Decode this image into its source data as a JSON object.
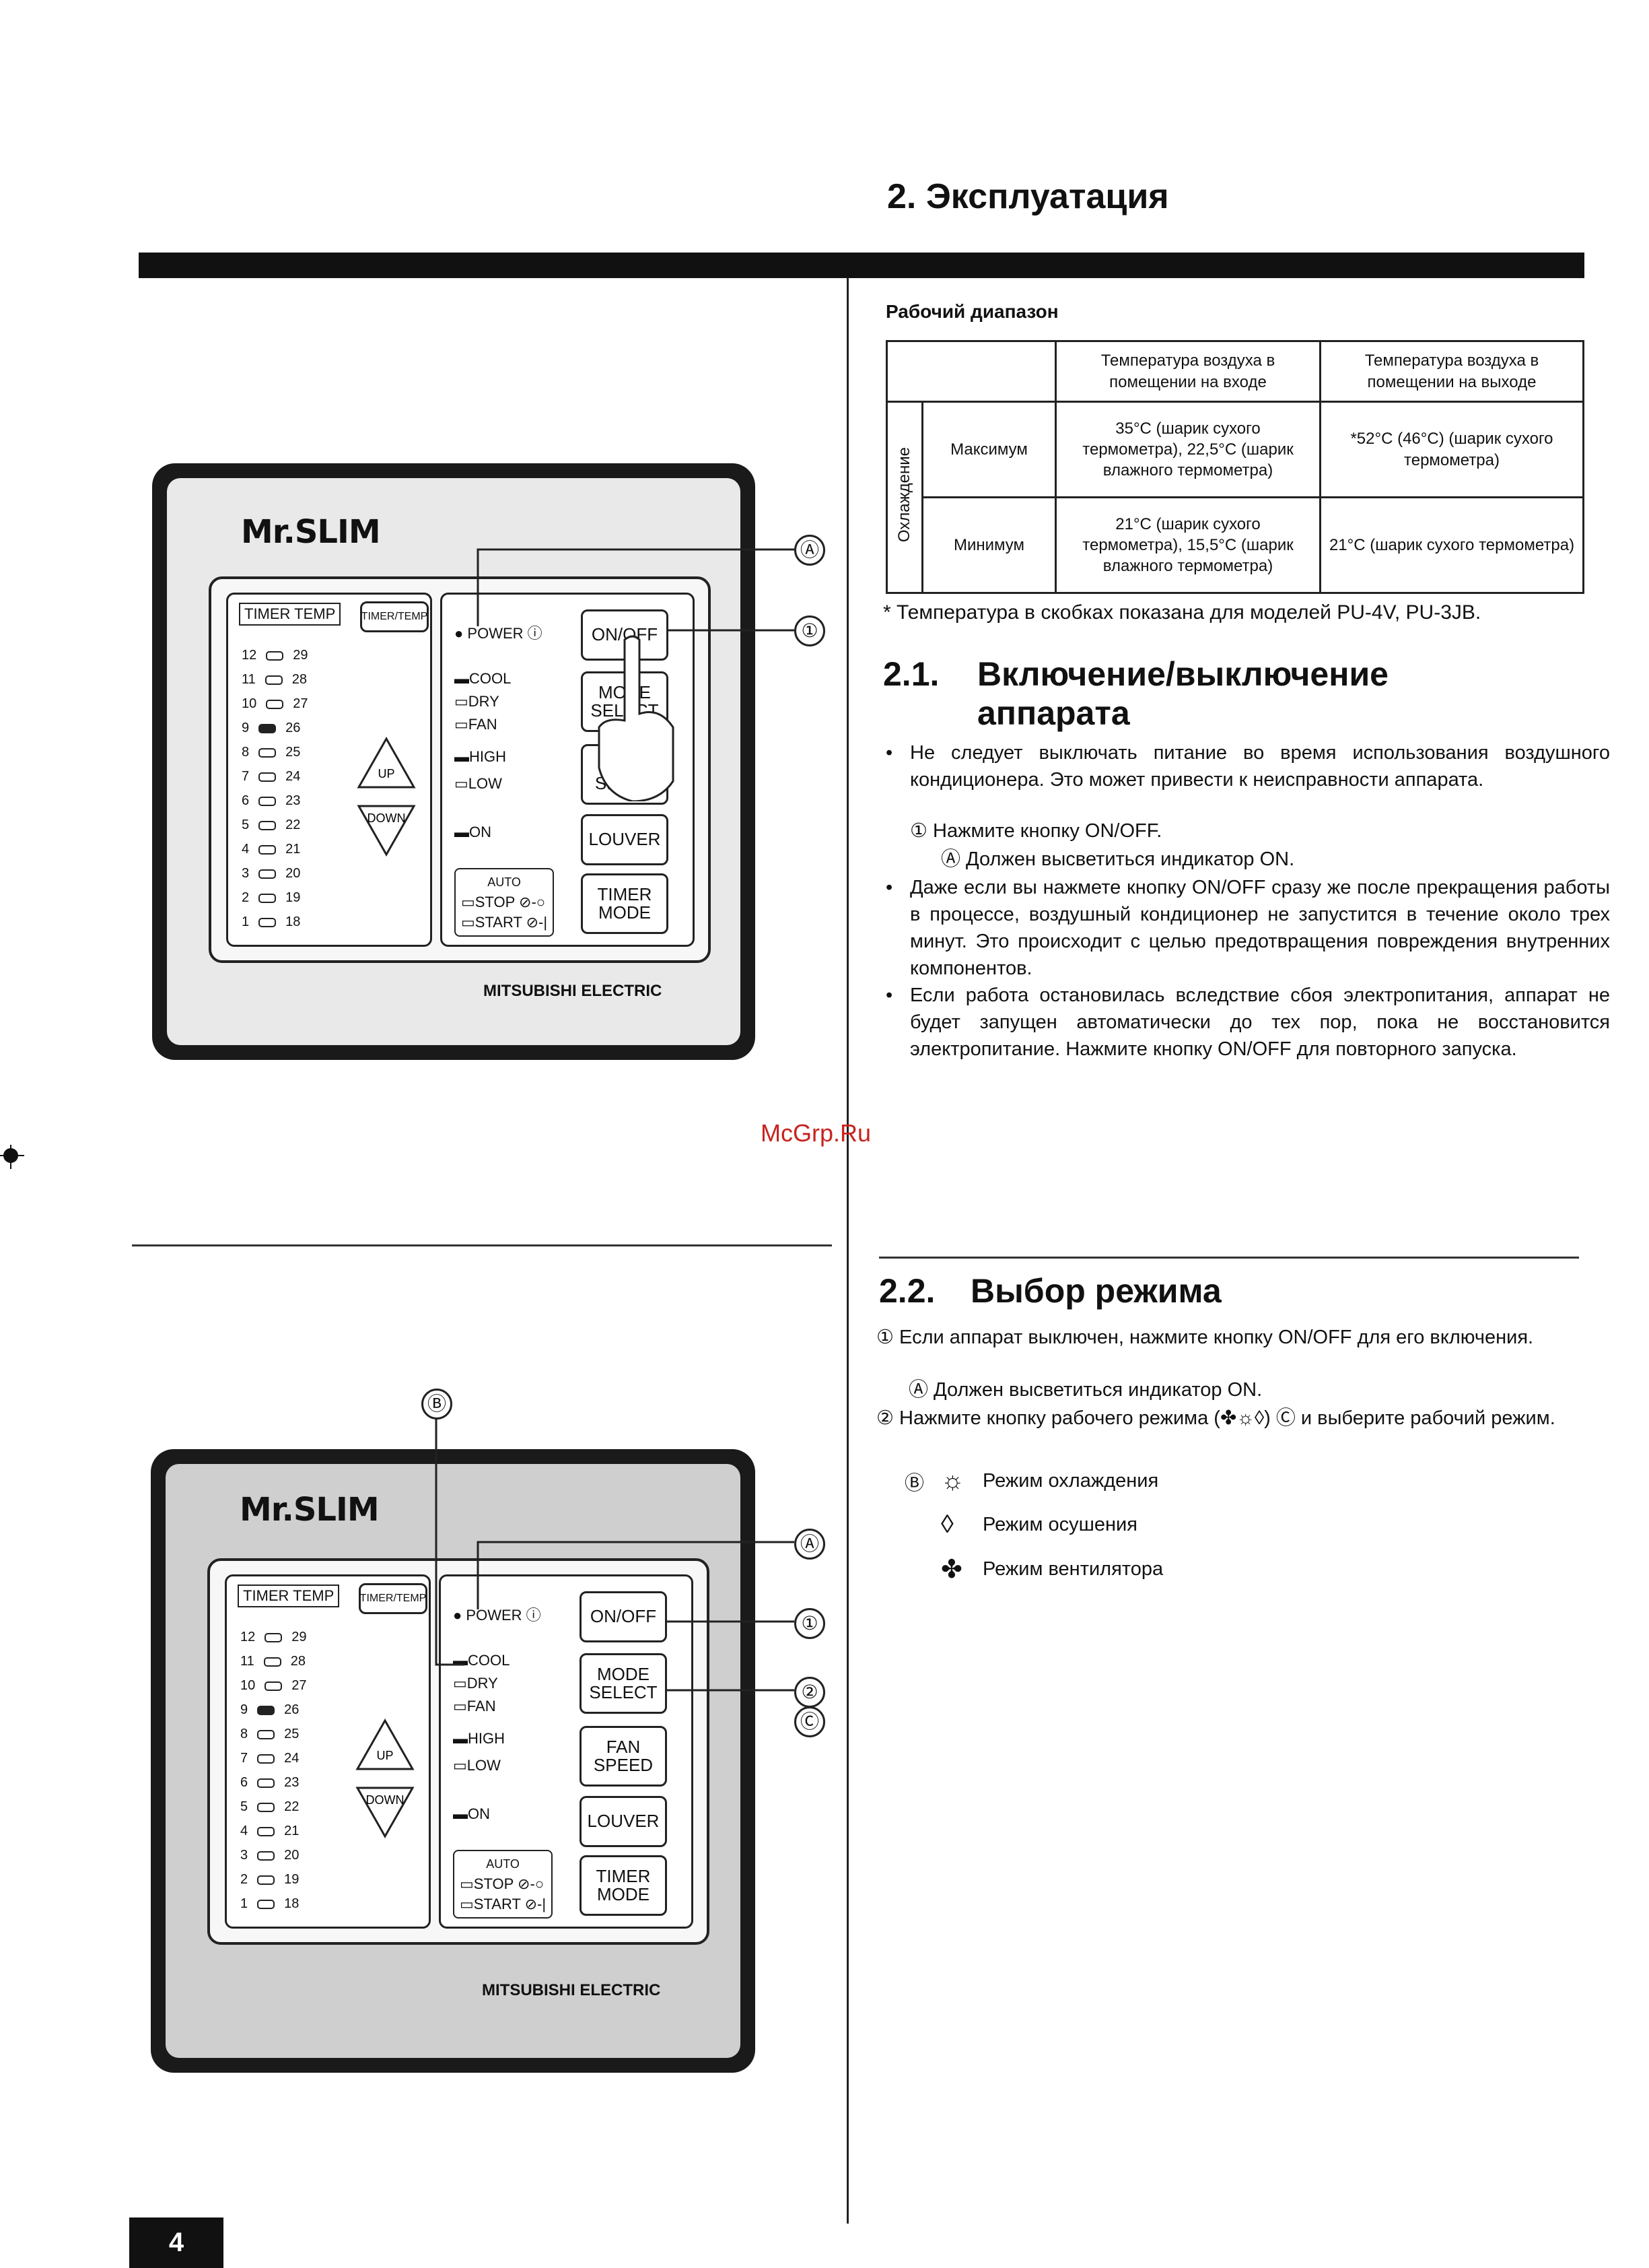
{
  "page_title": "2. Эксплуатация",
  "operating_range": {
    "heading": "Рабочий диапазон",
    "col_in": "Температура воздуха в помещении на входе",
    "col_out": "Температура воздуха в помещении на выходе",
    "group_label": "Охлаждение",
    "rows": [
      {
        "label": "Максимум",
        "in": "35°C (шарик сухого термометра), 22,5°C (шарик влажного термометра)",
        "out": "*52°C (46°C) (шарик сухого термометра)"
      },
      {
        "label": "Минимум",
        "in": "21°C (шарик сухого термометра), 15,5°C (шарик влажного термометра)",
        "out": "21°C (шарик сухого термометра)"
      }
    ],
    "footnote": "* Температура в скобках показана для моделей PU-4V, PU-3JB."
  },
  "section_21": {
    "number": "2.1.",
    "title_line1": "Включение/выключение",
    "title_line2": "аппарата",
    "bullet1": "Не следует выключать питание во время использования воздушного кондиционера. Это может привести к неисправности аппарата.",
    "step1": "① Нажмите кнопку ON/OFF.",
    "step1a": "Ⓐ Должен высветиться индикатор ON.",
    "bullet2": "Даже если вы нажмете кнопку ON/OFF сразу же после прекращения работы в процессе, воздушный кондиционер не запустится в течение около трех минут. Это происходит с целью предотвращения повреждения внутренних компонентов.",
    "bullet3": "Если работа остановилась вследствие сбоя электропитания, аппарат не будет запущен автоматически до тех пор, пока не восстановится электропитание. Нажмите кнопку ON/OFF для повторного запуска."
  },
  "section_22": {
    "number": "2.2.",
    "title": "Выбор режима",
    "step1": "① Если аппарат выключен, нажмите кнопку ON/OFF для его включения.",
    "step1a": "Ⓐ Должен высветиться индикатор ON.",
    "step2": "② Нажмите кнопку рабочего режима (✤☼◊) Ⓒ и выберите рабочий режим.",
    "modes": [
      {
        "marker": "Ⓑ",
        "icon": "☼",
        "label": "Режим охлаждения"
      },
      {
        "marker": "",
        "icon": "◊",
        "label": "Режим осушения"
      },
      {
        "marker": "",
        "icon": "✤",
        "label": "Режим вентилятора"
      }
    ]
  },
  "watermark": "McGrp.Ru",
  "page_number": "4",
  "panel": {
    "brand": "Mr.SLIM",
    "maker": "MITSUBISHI ELECTRIC",
    "timer_label": "TIMER",
    "temp_label": "TEMP",
    "timer_temp_btn": "TIMER/TEMP",
    "power": "POWER",
    "onoff": "ON/OFF",
    "cool": "COOL",
    "dry": "DRY",
    "fan": "FAN",
    "mode_select": "MODE SELECT",
    "high": "HIGH",
    "low": "LOW",
    "fan_speed": "FAN SPEED",
    "on": "ON",
    "louver": "LOUVER",
    "auto": "AUTO",
    "stop": "STOP",
    "start": "START",
    "timer_mode": "TIMER MODE",
    "up": "UP",
    "down": "DOWN",
    "timer_values": [
      "12",
      "11",
      "10",
      "9",
      "8",
      "7",
      "6",
      "5",
      "4",
      "3",
      "2",
      "1"
    ],
    "temp_values": [
      "29",
      "28",
      "27",
      "26",
      "25",
      "24",
      "23",
      "22",
      "21",
      "20",
      "19",
      "18"
    ],
    "lit_index": 3
  },
  "callouts": {
    "a": "Ⓐ",
    "b": "Ⓑ",
    "c": "Ⓒ",
    "one": "①",
    "two": "②"
  }
}
